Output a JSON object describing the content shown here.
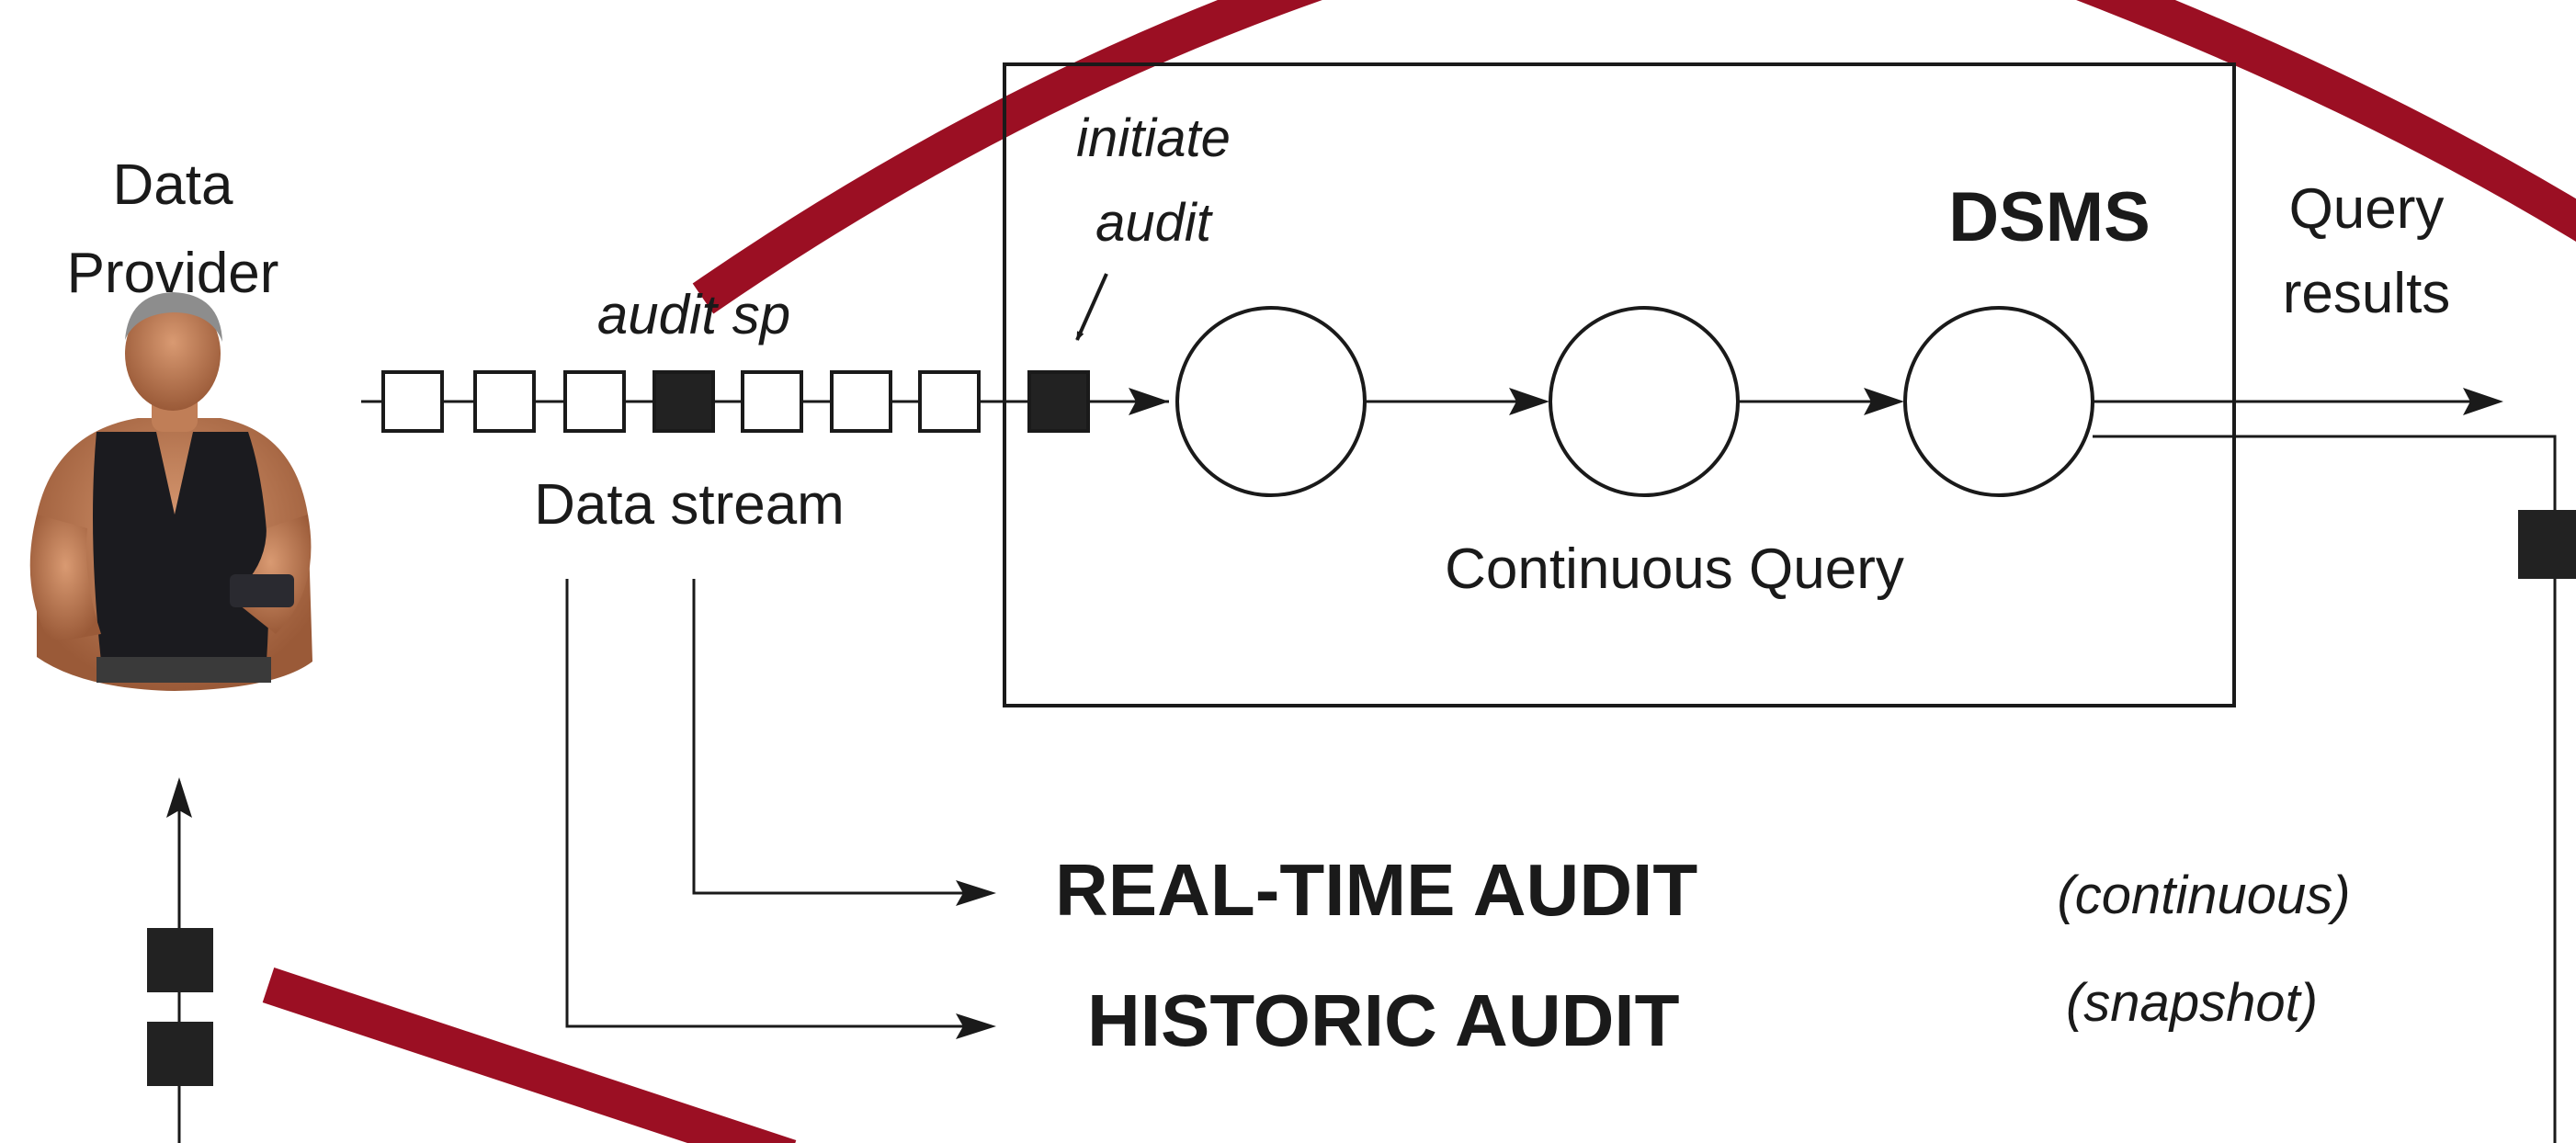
{
  "provider": {
    "line1": "Data",
    "line2": "Provider"
  },
  "stream": {
    "marker_label": "audit sp",
    "label": "Data stream"
  },
  "initiate": {
    "line1": "initiate",
    "line2": "audit"
  },
  "dsms": {
    "title": "DSMS",
    "query_label": "Continuous Query"
  },
  "results": {
    "line1": "Query",
    "line2": "results"
  },
  "audits": {
    "realtime": {
      "label": "REAL-TIME AUDIT",
      "mode": "(continuous)"
    },
    "historic": {
      "label": "HISTORIC AUDIT",
      "mode": "(snapshot)"
    }
  },
  "colors": {
    "overlay_curve": "#9b0f23",
    "ink": "#1a1a1a",
    "marked_tuple": "#222222"
  }
}
